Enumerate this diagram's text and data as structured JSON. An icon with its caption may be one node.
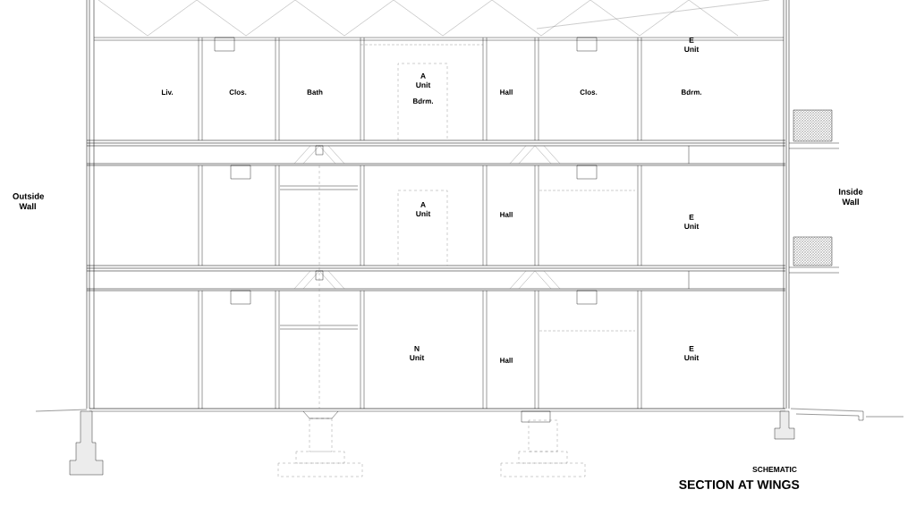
{
  "diagram": {
    "title": "SECTION AT WINGS",
    "labels": [
      "E Unit",
      "Liv.",
      "Clos.",
      "Bath",
      "A Unit",
      "Bdrm.",
      "Hall",
      "Clos.",
      "Bdrm.",
      "Outside Wall",
      "Inside Wall",
      "A Unit",
      "Hall",
      "E Unit",
      "N Unit",
      "Hall",
      "E Unit",
      "SCHEMATIC"
    ]
  }
}
